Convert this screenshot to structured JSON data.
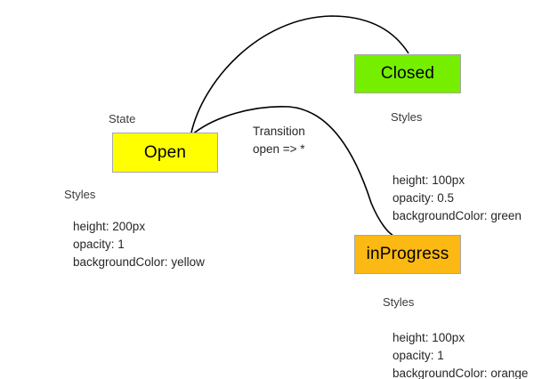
{
  "diagram": {
    "title_caption": "State",
    "nodes": [
      {
        "id": "open",
        "label": "Open",
        "color": "#ffff00",
        "styles_caption": "Styles",
        "styles": [
          "height: 200px",
          "opacity: 1",
          "backgroundColor: yellow"
        ]
      },
      {
        "id": "closed",
        "label": "Closed",
        "color": "#76ee00",
        "styles_caption": "Styles",
        "styles": [
          "height: 100px",
          "opacity: 0.5",
          "backgroundColor: green"
        ]
      },
      {
        "id": "inprogress",
        "label": "inProgress",
        "color": "#fcb913",
        "styles_caption": "Styles",
        "styles": [
          "height: 100px",
          "opacity: 1",
          "backgroundColor: orange"
        ]
      }
    ],
    "transition": {
      "caption": "Transition",
      "expression": "open =>  *"
    },
    "edge_color": "#000000"
  }
}
